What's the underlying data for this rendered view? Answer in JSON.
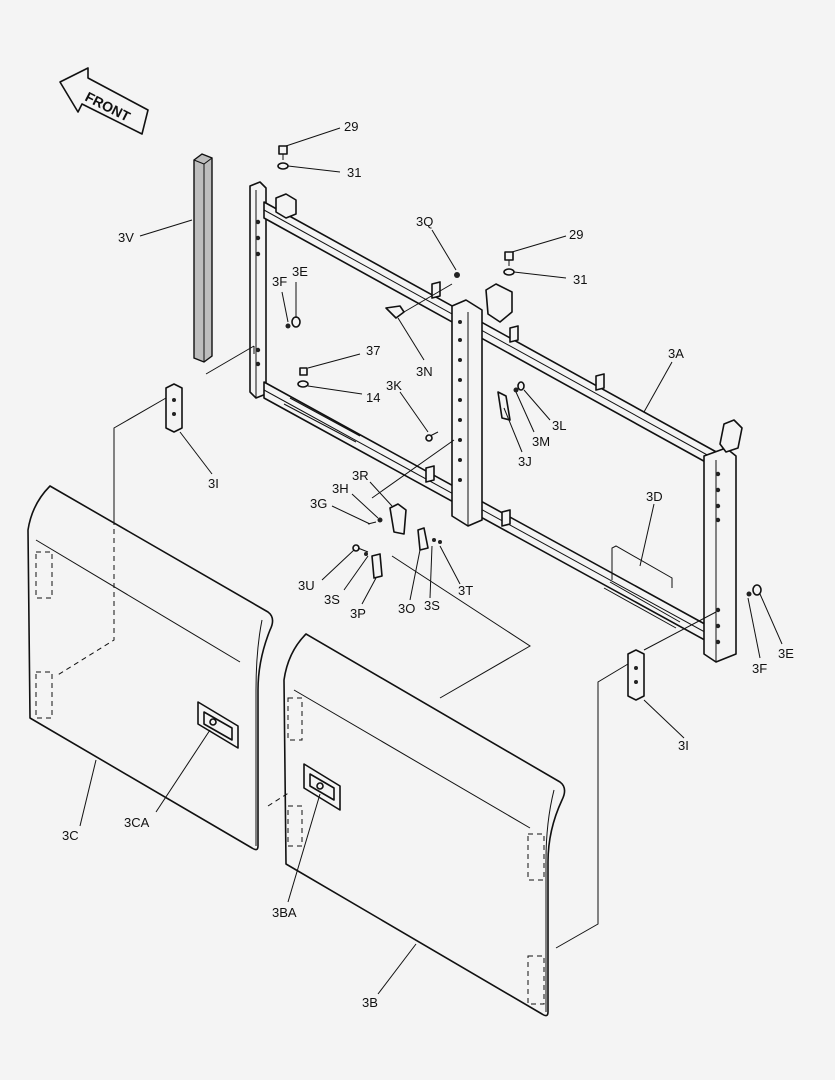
{
  "orientation": {
    "label": "FRONT"
  },
  "callouts": {
    "c29a": "29",
    "c31a": "31",
    "c29b": "29",
    "c31b": "31",
    "c3V": "3V",
    "c3Q": "3Q",
    "c3E": "3E",
    "c3F": "3F",
    "c3N": "3N",
    "c37": "37",
    "c3A": "3A",
    "c14": "14",
    "c3K": "3K",
    "c3L": "3L",
    "c3M": "3M",
    "c3J": "3J",
    "c3I": "3I",
    "c3R": "3R",
    "c3H": "3H",
    "c3G": "3G",
    "c3D": "3D",
    "c3U": "3U",
    "c3S": "3S",
    "c3P": "3P",
    "c3O": "3O",
    "c3S2": "3S",
    "c3T": "3T",
    "c3F2": "3F",
    "c3E2": "3E",
    "c3I2": "3I",
    "c3C": "3C",
    "c3CA": "3CA",
    "c3BA": "3BA",
    "c3B": "3B"
  }
}
